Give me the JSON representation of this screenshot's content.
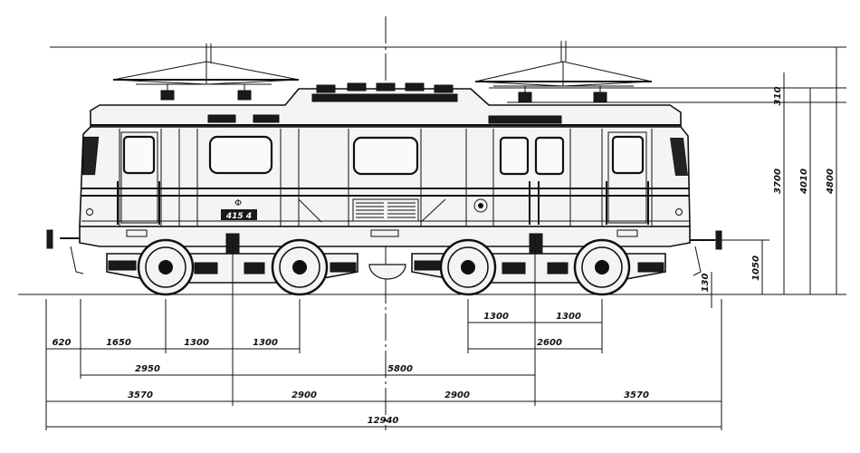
{
  "vehicle": {
    "number_plate": "415 4"
  },
  "colors": {
    "ink": "#111111",
    "paper": "#ffffff"
  },
  "dimensions": {
    "horizontal": {
      "row1": [
        {
          "id": "d1300a",
          "label": "1300"
        },
        {
          "id": "d1300b",
          "label": "1300"
        }
      ],
      "row2": [
        {
          "id": "d620",
          "label": "620"
        },
        {
          "id": "d1650",
          "label": "1650"
        },
        {
          "id": "d1300c",
          "label": "1300"
        },
        {
          "id": "d1300d",
          "label": "1300"
        },
        {
          "id": "d2600",
          "label": "2600"
        }
      ],
      "row3": [
        {
          "id": "d2950",
          "label": "2950"
        },
        {
          "id": "d5800",
          "label": "5800"
        }
      ],
      "row4": [
        {
          "id": "d3570a",
          "label": "3570"
        },
        {
          "id": "d2900a",
          "label": "2900"
        },
        {
          "id": "d2900b",
          "label": "2900"
        },
        {
          "id": "d3570b",
          "label": "3570"
        }
      ],
      "row5": [
        {
          "id": "d12940",
          "label": "12940"
        }
      ]
    },
    "vertical": [
      {
        "id": "v310",
        "label": "310"
      },
      {
        "id": "v3700",
        "label": "3700"
      },
      {
        "id": "v4010",
        "label": "4010"
      },
      {
        "id": "v4800",
        "label": "4800"
      },
      {
        "id": "v1050",
        "label": "1050"
      },
      {
        "id": "v130",
        "label": "130"
      }
    ]
  }
}
